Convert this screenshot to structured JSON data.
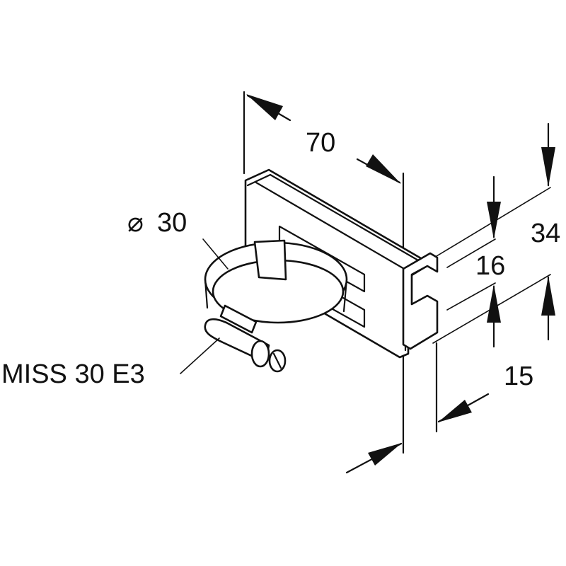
{
  "labels": {
    "width": "70",
    "diameter_symbol": "⌀",
    "diameter": "30",
    "height_outer": "34",
    "height_inner": "16",
    "depth": "15",
    "part_name": "MISS 30 E3"
  },
  "colors": {
    "line": "#111111",
    "background": "#ffffff"
  }
}
